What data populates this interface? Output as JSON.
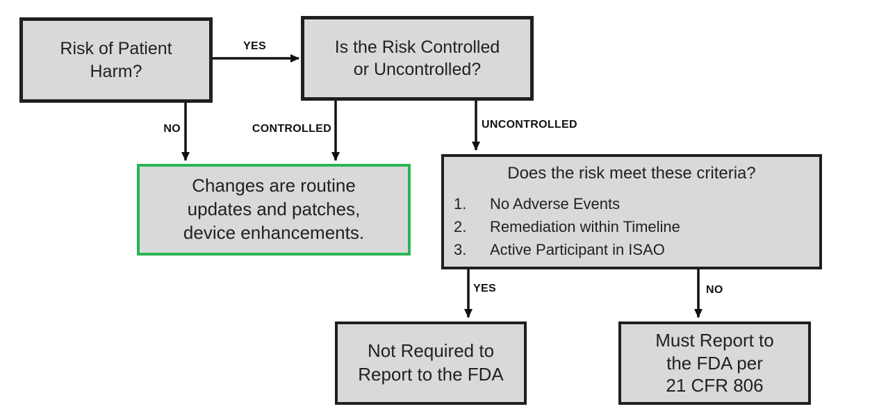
{
  "diagram": {
    "colors": {
      "background": "#ffffff",
      "box_fill": "#d9d9d9",
      "box_border": "#1f1f1f",
      "green_border": "#2ab457",
      "text": "#212121",
      "arrow": "#111111"
    },
    "nodes": {
      "risk": {
        "text": "Risk of Patient\nHarm?"
      },
      "controlled_question": {
        "text": "Is the Risk Controlled\nor Uncontrolled?"
      },
      "routine_changes": {
        "text": "Changes are routine\nupdates and patches,\ndevice enhancements."
      },
      "criteria": {
        "title": "Does the risk meet these criteria?",
        "numbers": [
          "1.",
          "2.",
          "3."
        ],
        "items": [
          "No Adverse Events",
          "Remediation within Timeline",
          "Active Participant in ISAO"
        ]
      },
      "not_required": {
        "text": "Not Required to\nReport to the FDA"
      },
      "must_report": {
        "text": "Must Report to\nthe FDA per\n21 CFR 806"
      }
    },
    "edge_labels": {
      "yes_top": "YES",
      "no_left": "NO",
      "controlled": "CONTROLLED",
      "uncontrolled": "UNCONTROLLED",
      "yes_bottom": "YES",
      "no_bottom": "NO"
    }
  }
}
